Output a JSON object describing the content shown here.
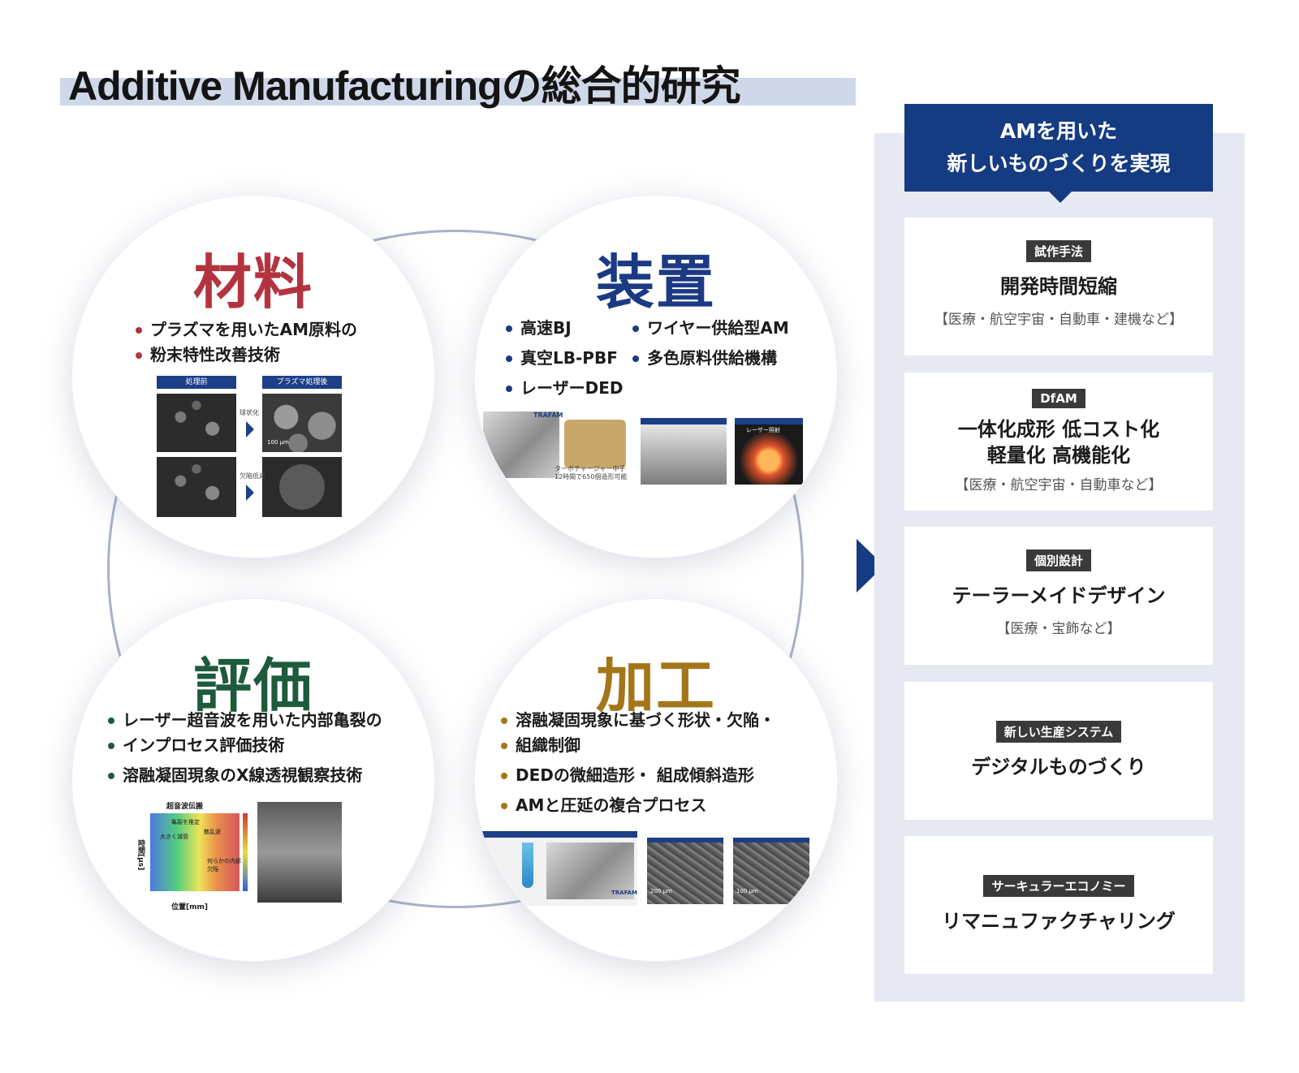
{
  "title": "Additive Manufacturingの総合的研究",
  "circles": {
    "material": {
      "heading": "材料",
      "bullets": [
        "プラズマを用いたAM原料の",
        "粉末特性改善技術"
      ],
      "photo_labels": {
        "before": "処理前",
        "after": "プラズマ処理後",
        "step1": "球状化",
        "step2": "欠陥低減",
        "scale": "100 μm"
      }
    },
    "device": {
      "heading": "装置",
      "bullets": [
        "高速BJ",
        "ワイヤー供給型AM",
        "真空LB-PBF",
        "多色原料供給機構",
        "レーザーDED"
      ],
      "photo_caption": "ターボチャージャー中子\n12時間で650個造形可能",
      "logo": "TRAFAM",
      "panel_label": "レーザー照射"
    },
    "evaluation": {
      "heading": "評価",
      "bullets": [
        "レーザー超音波を用いた内部亀裂の",
        "インプロセス評価技術",
        "溶融凝固現象のX線透視観察技術"
      ],
      "chart_title": "超音波伝搬",
      "chart_xlabel": "位置[mm]",
      "chart_ylabel": "時間[μs]",
      "annotations": [
        "亀裂を推定",
        "大きく減衰",
        "散乱波",
        "何らかの内部欠陥"
      ]
    },
    "processing": {
      "heading": "加工",
      "bullets": [
        "溶融凝固現象に基づく形状・欠陥・",
        "組織制御",
        "DEDの微細造形・ 組成傾斜造形",
        "AMと圧延の複合プロセス"
      ],
      "scale_1": "200 μm",
      "scale_2": "100 μm",
      "logo": "TRAFAM"
    }
  },
  "callout": {
    "line1": "AMを用いた",
    "line2": "新しいものづくりを実現"
  },
  "cards": [
    {
      "tag": "試作手法",
      "main": "開発時間短縮",
      "sub": "【医療・航空宇宙・自動車・建機など】"
    },
    {
      "tag": "DfAM",
      "main": "一体化成形 低コスト化",
      "main2": "軽量化 高機能化",
      "sub": "【医療・航空宇宙・自動車など】"
    },
    {
      "tag": "個別設計",
      "main": "テーラーメイドデザイン",
      "sub": "【医療・宝飾など】"
    },
    {
      "tag": "新しい生産システム",
      "main": "デジタルものづくり"
    },
    {
      "tag": "サーキュラーエコノミー",
      "main": "リマニュファクチャリング"
    }
  ],
  "colors": {
    "navy": "#153b82",
    "material": "#b3343e",
    "device": "#1c3a84",
    "evaluation": "#1d5b3c",
    "processing": "#a3761a"
  }
}
